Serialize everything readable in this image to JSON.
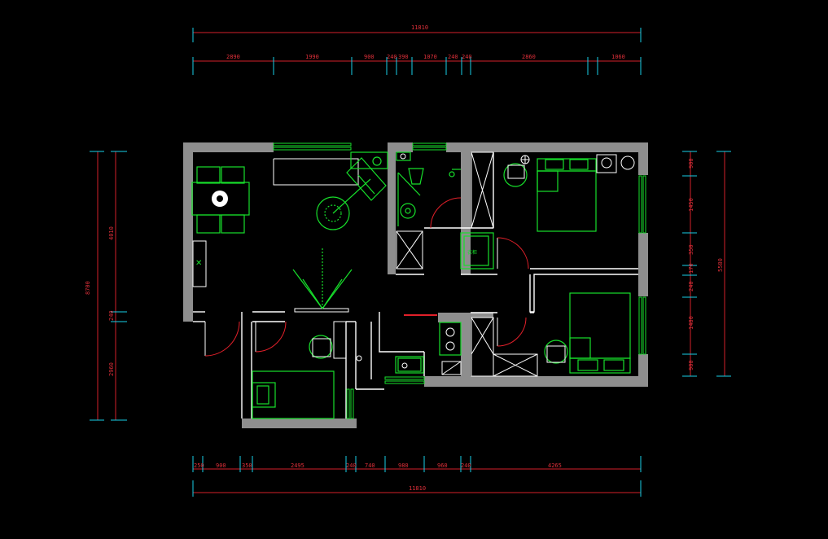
{
  "drawing": {
    "top_overall": "11810",
    "bottom_overall": "11810",
    "top_segments": [
      "2890",
      "1990",
      "900",
      "240",
      "390",
      "1070",
      "240",
      "240",
      "2860",
      "1060"
    ],
    "bottom_segments": [
      "250",
      "900",
      "350",
      "2495",
      "240",
      "740",
      "980",
      "960",
      "240",
      "4265"
    ],
    "left_overall": "8700",
    "left_segments": [
      "4010",
      "240",
      "2960"
    ],
    "right_overall": "5580",
    "right_segments": [
      "900",
      "1450",
      "350",
      "170",
      "240",
      "1480",
      "900"
    ],
    "closet_label": "衣柜"
  },
  "colors": {
    "background": "#000000",
    "wall": "#8e8e8e",
    "furniture": "#17e02b",
    "dimension": "#d4202a",
    "tick": "#19d0e8"
  }
}
